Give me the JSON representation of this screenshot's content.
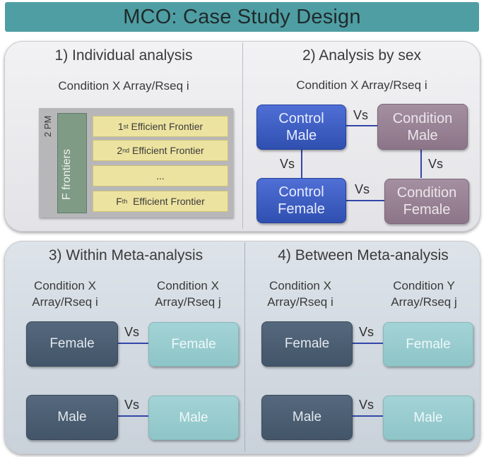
{
  "title": "MCO: Case Study Design",
  "panel1": {
    "heading": "1) Individual analysis",
    "subtitle": "Condition X Array/Rseq i",
    "pm_label": "2 PM",
    "frontiers_label": "F frontiers",
    "rows": [
      {
        "ord": "1",
        "sup": "st",
        "text": " Efficient Frontier"
      },
      {
        "ord": "2",
        "sup": "nd",
        "text": " Efficient Frontier"
      },
      {
        "ord": "...",
        "sup": "",
        "text": ""
      },
      {
        "ord": "F",
        "sup": "th",
        "text": "  Efficient Frontier"
      }
    ]
  },
  "panel2": {
    "heading": "2) Analysis by sex",
    "subtitle": "Condition X Array/Rseq i",
    "control_male": "Control Male",
    "condition_male": "Condition Male",
    "control_female": "Control Female",
    "condition_female": "Condition Female",
    "vs": "Vs"
  },
  "panel3": {
    "heading": "3) Within Meta-analysis",
    "left_line1": "Condition X",
    "left_line2": "Array/Rseq i",
    "right_line1": "Condition X",
    "right_line2": "Array/Rseq j",
    "female": "Female",
    "male": "Male",
    "vs": "Vs"
  },
  "panel4": {
    "heading": "4) Between Meta-analysis",
    "left_line1": "Condition X",
    "left_line2": "Array/Rseq i",
    "right_line1": "Condition Y",
    "right_line2": "Array/Rseq j",
    "female": "Female",
    "male": "Male",
    "vs": "Vs"
  },
  "colors": {
    "title_bar": "#4f9ea3",
    "control_box": "#3a5cc4",
    "condition_box": "#9a8497",
    "left_box": "#4d5f73",
    "right_box": "#99cdd0",
    "frontier_row": "#ede3a0",
    "frontier_column": "#7f9b86"
  }
}
